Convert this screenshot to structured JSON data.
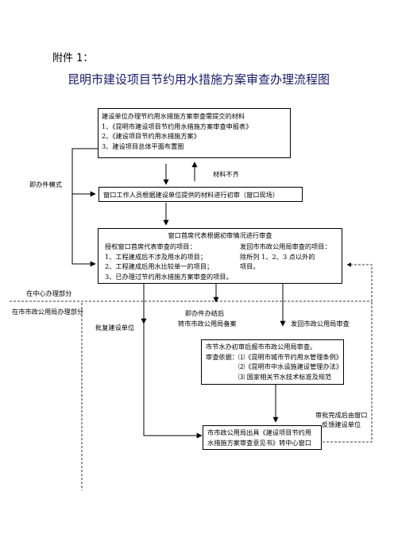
{
  "header": {
    "attachment": "附件 1：",
    "title": "昆明市建设项目节约用水措施方案审查办理流程图"
  },
  "boxes": {
    "materials": {
      "lines": [
        "建设单位办理节约用水措施方案审查需提交的材料",
        "1、《昆明市建设项目节约用水措施方案审查申报表》",
        "2、《建设项目节约用水措施方案》",
        "3、建设项目总体平面布置图"
      ]
    },
    "window_review": {
      "text": "窗口工作人员根据建设单位提供的材料进行初审（窗口现场）"
    },
    "chief": {
      "heading": "窗口首席代表根据初审情况进行审查",
      "left_lines": [
        "授权窗口首席代表审查的项目：",
        "1、工程建成后不涉及用水的项目；",
        "2、工程建成后用水比较单一的项目；",
        "3、已办理过节约用水措施方案审查的项目。"
      ],
      "right_lines": [
        "发回市市政公用局审查的项目：",
        "除所列 1、2、3 点以外的",
        "项目。"
      ]
    },
    "city_review": {
      "lines": [
        "市节水办初审后报市市政公用局审查。",
        "审查依据：⑴《昆明市城市节约用水管理条例》",
        "⑵《昆明市中水设施建设管理办法》",
        "⑶ 国家相关节水技术标准及规范"
      ]
    },
    "opinion": {
      "lines": [
        "市市政公用局出具《建设项目节约用",
        "水措施方案审查意见书》转中心窗口"
      ]
    }
  },
  "labels": {
    "instant_mode": "即办件模式",
    "materials_incomplete": "材料不齐",
    "center_section": "在中心办理部分",
    "bureau_section": "在市市政公用局办理部分",
    "approve_unit": "批复建设单位",
    "filed_line1": "即办件办结后",
    "filed_line2": "转市市政公用局备案",
    "sent_back": "发回市政公用局审查",
    "feedback_line1": "审批完成后由窗口",
    "feedback_line2": "反馈建设单位"
  }
}
